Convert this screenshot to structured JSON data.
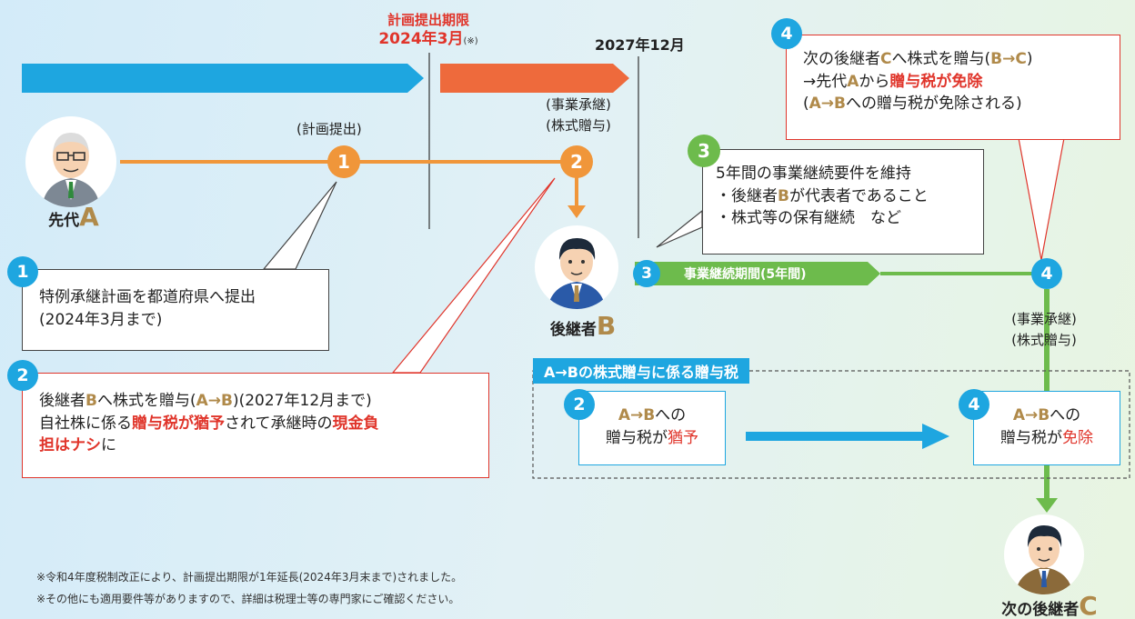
{
  "deadline": {
    "label": "計画提出期限",
    "date": "2024年3月",
    "mark": "(※)"
  },
  "end_date": "2027年12月",
  "events": {
    "plan": "(計画提出)",
    "transfer_line1": "(事業承継)",
    "transfer_line2": "(株式贈与)"
  },
  "people": {
    "a_name": "先代",
    "a_letter": "A",
    "b_name": "後継者",
    "b_letter": "B",
    "c_name": "次の後継者",
    "c_letter": "C"
  },
  "numbers": {
    "n1": "1",
    "n2": "2",
    "n3": "3",
    "n4": "4"
  },
  "box1": {
    "line1": "特例承継計画を都道府県へ提出",
    "line2": "(2024年3月まで)"
  },
  "box2": {
    "p1": "後継者",
    "p1b": "B",
    "p2": "へ株式を贈与(",
    "p2b": "A→B",
    "p3": ")(2027年12月まで)",
    "l2a": "自社株に係る",
    "l2r1": "贈与税が猶予",
    "l2b": "されて承継時の",
    "l2r2": "現金負",
    "l3r": "担はナシ",
    "l3b": "に"
  },
  "box3": {
    "line1": "5年間の事業継続要件を維持",
    "l2a": "・後継者",
    "l2b": "B",
    "l2c": "が代表者であること",
    "line3": "・株式等の保有継続　など"
  },
  "box4": {
    "l1a": "次の後継者",
    "l1b": "C",
    "l1c": "へ株式を贈与(",
    "l1d": "B→C",
    "l1e": ")",
    "l2a": "→先代",
    "l2b": "A",
    "l2c": "から",
    "l2r": "贈与税が免除",
    "l3a": "(",
    "l3b": "A→B",
    "l3c": "への贈与税が免除される)"
  },
  "period": {
    "label": "事業継続期間(5年間)"
  },
  "c_transfer": {
    "line1": "(事業承継)",
    "line2": "(株式贈与)"
  },
  "tax_section": {
    "title": "A→Bの株式贈与に係る贈与税"
  },
  "deferred": {
    "l1a": "A→B",
    "l1b": "への",
    "l2a": "贈与税が",
    "l2r": "猶予"
  },
  "exempt": {
    "l1a": "A→B",
    "l1b": "への",
    "l2a": "贈与税が",
    "l2r": "免除"
  },
  "notes": {
    "n1": "※令和4年度税制改正により、計画提出期限が1年延長(2024年3月末まで)されました。",
    "n2": "※その他にも適用要件等がありますので、詳細は税理士等の専門家にご確認ください。"
  },
  "colors": {
    "blue": "#1ea6e0",
    "orange_red": "#ee6a3c",
    "orange": "#f0963a",
    "green": "#6dbb4c",
    "red": "#e0352b",
    "gold": "#b08a4a"
  }
}
